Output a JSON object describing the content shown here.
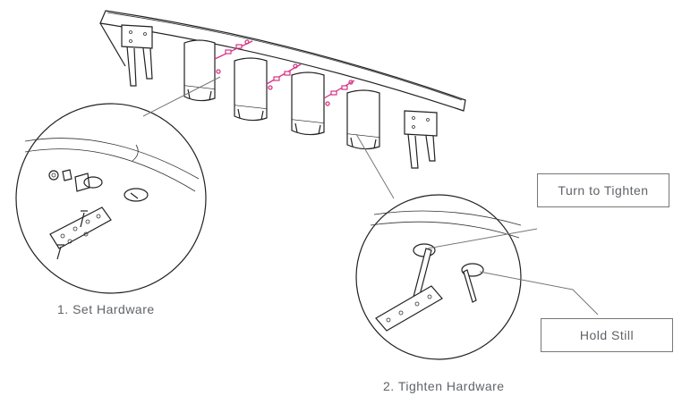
{
  "steps": {
    "step1": "1. Set Hardware",
    "step2": "2. Tighten Hardware"
  },
  "callouts": {
    "turn": "Turn to Tighten",
    "hold": "Hold Still"
  },
  "colors": {
    "line": "#222222",
    "hardware_highlight": "#d63384",
    "label_text": "#5f6368",
    "callout_border": "#777777"
  }
}
